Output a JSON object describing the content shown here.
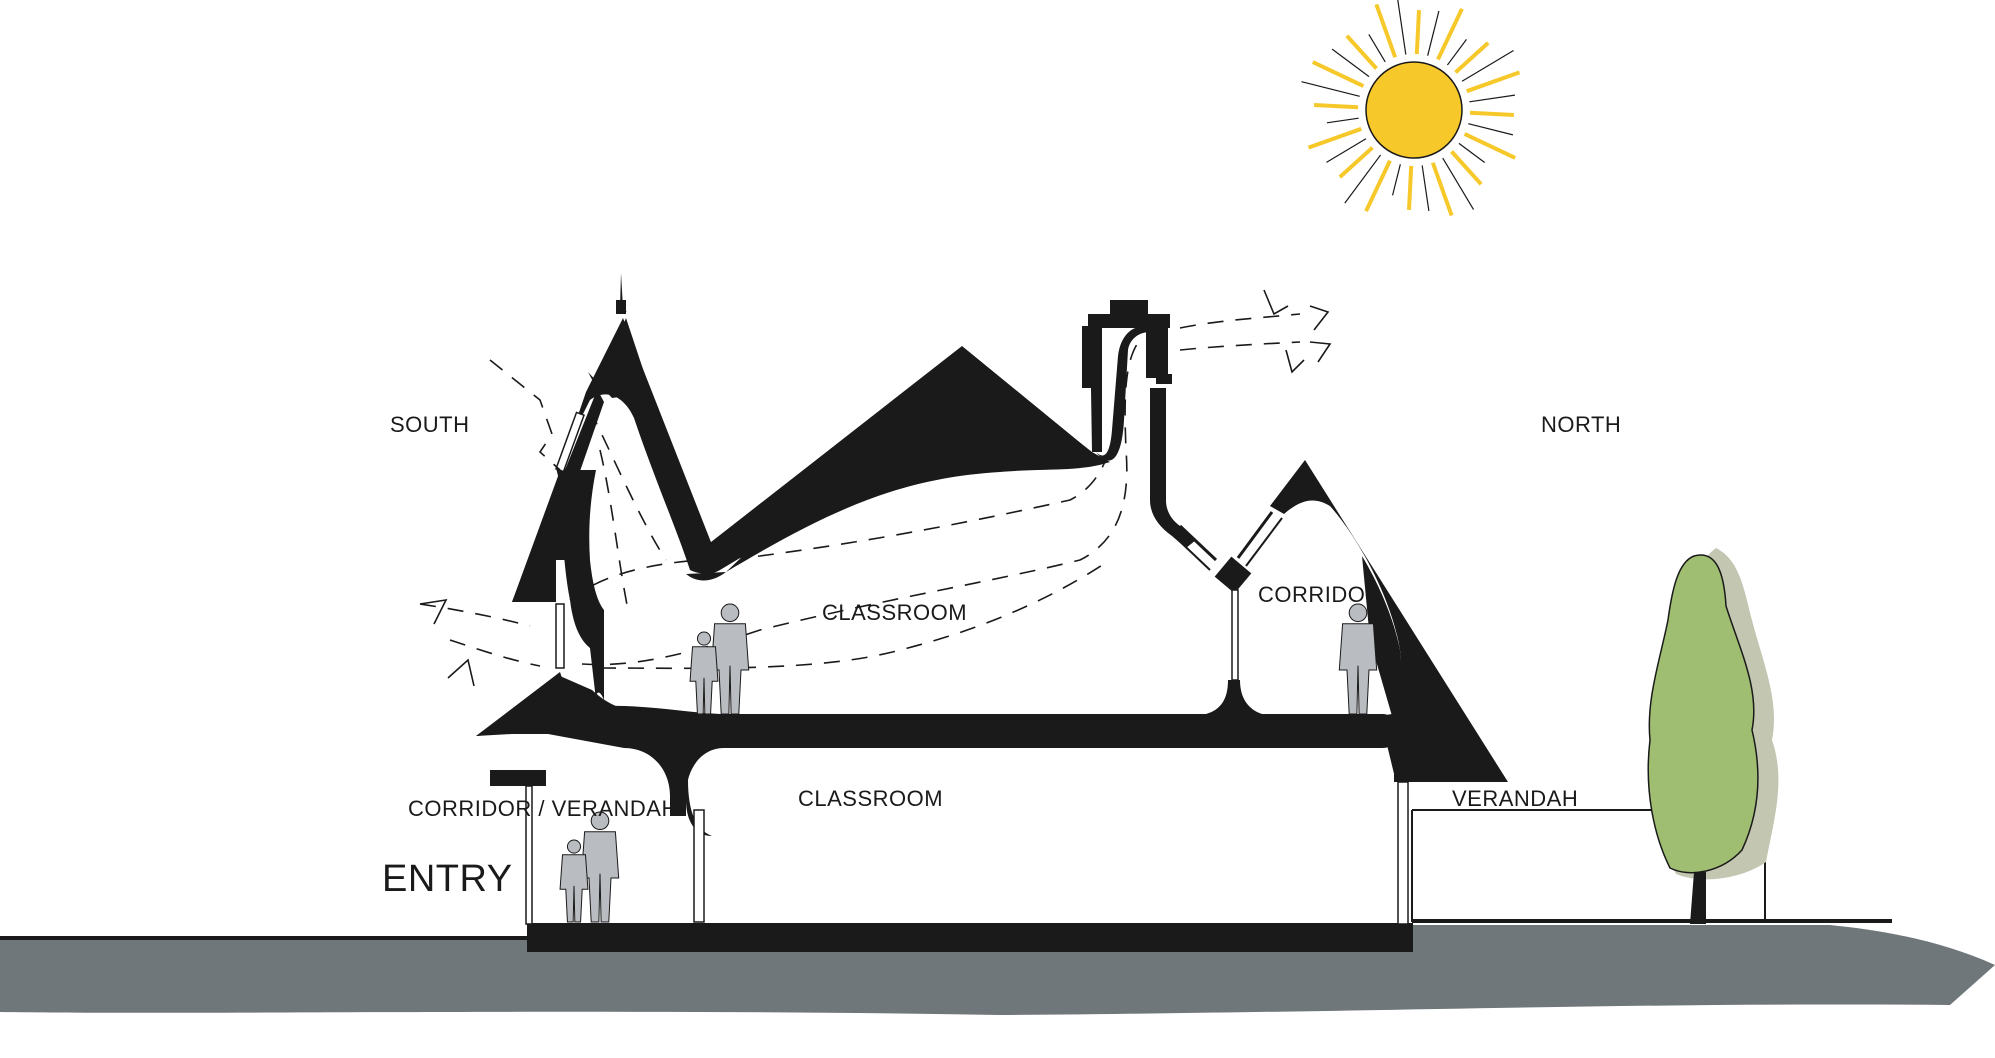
{
  "labels": {
    "south": "SOUTH",
    "north": "NORTH",
    "classroom_upper": "CLASSROOM",
    "classroom_lower": "CLASSROOM",
    "corridor_upper": "CORRIDOR",
    "corridor_verandah": "CORRIDOR / VERANDAH",
    "entry": "ENTRY",
    "verandah": "VERANDAH"
  },
  "colors": {
    "structure": "#1a1a1a",
    "ground": "#6f777b",
    "sun": "#f6c82a",
    "people": "#b9bcc1",
    "tree_front": "#9fbe72",
    "tree_back": "#c3c6b0"
  }
}
